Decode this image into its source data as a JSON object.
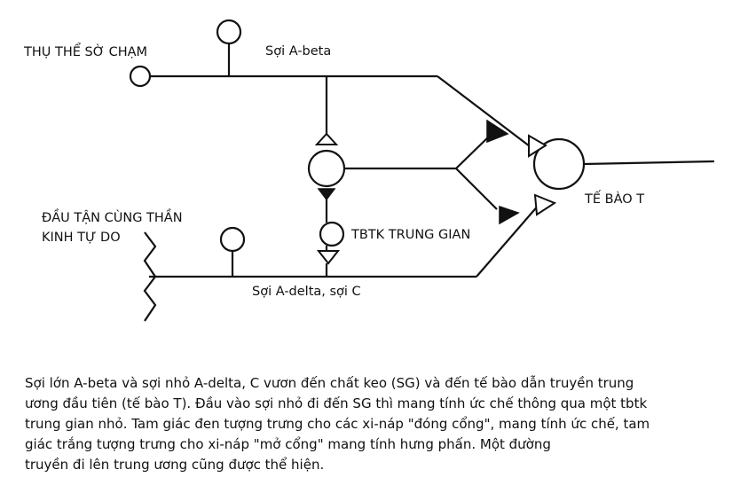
{
  "labels": {
    "touch_receptor": "THỤ THỂ SỜ CHẠM",
    "a_beta": "Sợi A-beta",
    "free_nerve_ending_1": "ĐẦU TẬN CÙNG THẦN",
    "free_nerve_ending_2": "KINH TỰ DO",
    "interneuron": "TBTK TRUNG GIAN",
    "t_cell": "TẾ BÀO T",
    "small_fibers": "Sợi A-delta, sợi C"
  },
  "caption": [
    "Sợi lớn A-beta và sợi nhỏ A-delta, C vươn đến chất keo (SG) và đến tế bào dẫn truyền trung",
    "ương đầu tiên (tế bào T). Đầu vào sợi nhỏ đi đến SG thì mang tính ức chế thông qua một tbtk",
    "trung gian nhỏ. Tam giác đen tượng trưng cho các xi-náp \"đóng cổng\", mang tính ức chế, tam",
    "giác trắng tượng trưng cho xi-náp \"mở cổng\" mang tính hưng phấn. Một đường",
    "truyền đi lên trung ương cũng được thể hiện."
  ],
  "colors": {
    "stroke": "#111111",
    "background": "#ffffff"
  }
}
